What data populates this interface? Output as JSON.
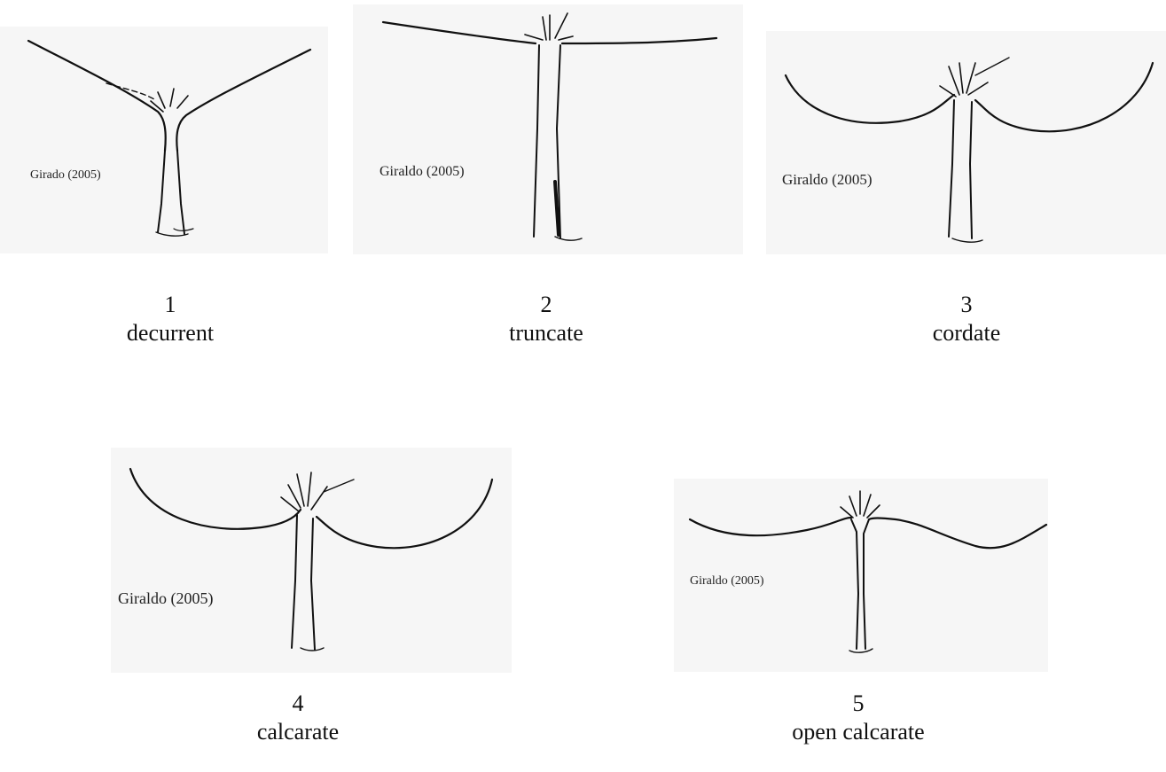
{
  "figures": [
    {
      "number": "1",
      "name": "decurrent",
      "credit": "Girado (2005)"
    },
    {
      "number": "2",
      "name": "truncate",
      "credit": "Giraldo (2005)"
    },
    {
      "number": "3",
      "name": "cordate",
      "credit": "Giraldo (2005)"
    },
    {
      "number": "4",
      "name": "calcarate",
      "credit": "Giraldo (2005)"
    },
    {
      "number": "5",
      "name": "open calcarate",
      "credit": "Giraldo (2005)"
    }
  ]
}
